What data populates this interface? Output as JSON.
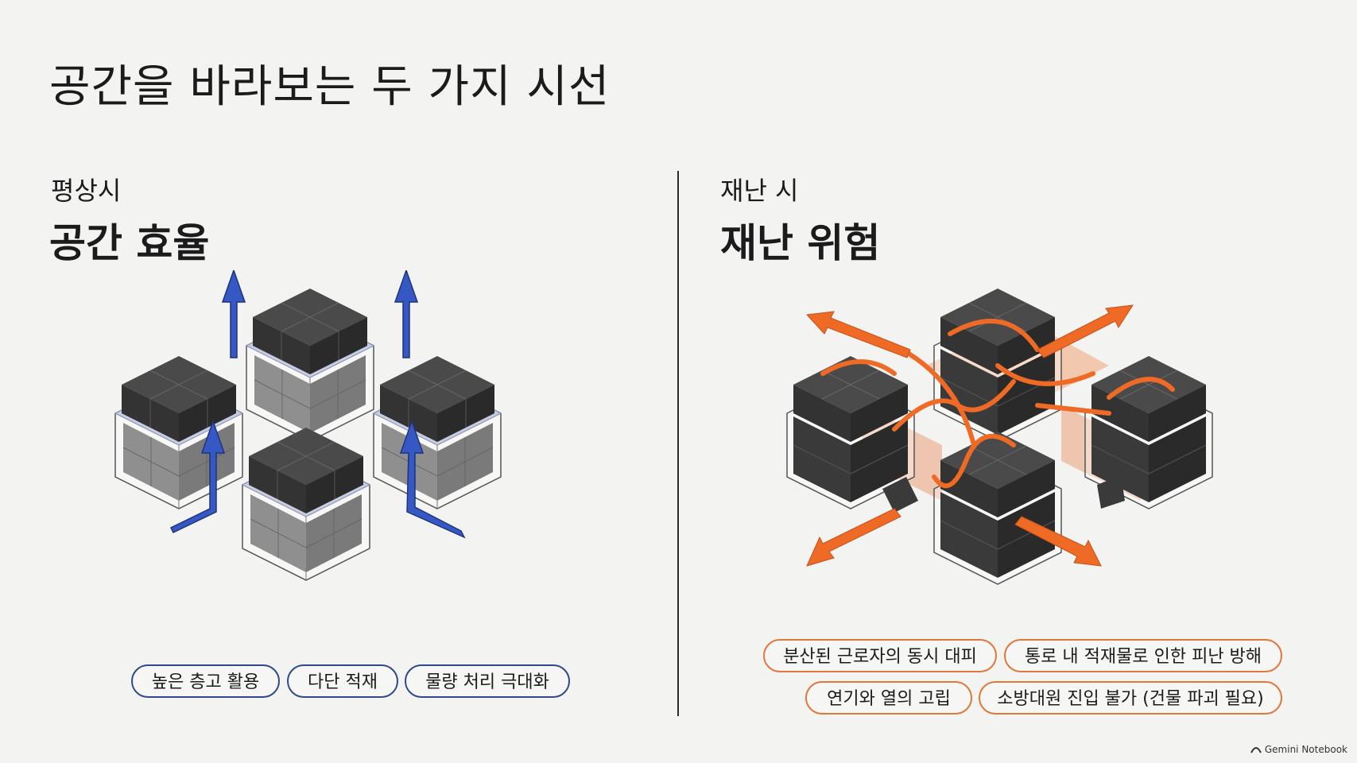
{
  "title": "공간을 바라보는 두 가지 시선",
  "left": {
    "kicker": "평상시",
    "headline": "공간 효율",
    "tags": [
      "높은 층고 활용",
      "다단 적재",
      "물량 처리 극대화"
    ]
  },
  "right": {
    "kicker": "재난 시",
    "headline": "재난 위험",
    "tags": [
      "분산된 근로자의 동시 대피",
      "통로 내 적재물로 인한 피난 방해",
      "연기와 열의 고립",
      "소방대원 진입 불가 (건물 파괴 필요)"
    ]
  },
  "brand": "Gemini Notebook",
  "colors": {
    "blue_accent": "#2e4a8c",
    "blue_arrow": "#3658c4",
    "orange_accent": "#e2773a",
    "orange_arrow": "#ef6a25",
    "box_dark": "#3a3a3a",
    "box_grey": "#8f8f8f"
  }
}
